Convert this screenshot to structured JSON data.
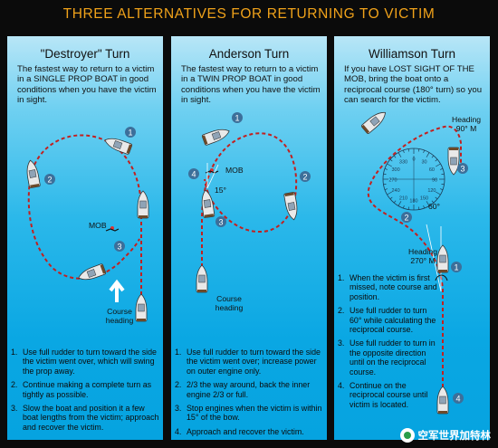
{
  "title": "THREE ALTERNATIVES FOR RETURNING TO VICTIM",
  "colors": {
    "title": "#f0a21a",
    "path": "#c2201f",
    "circle": "#3c6f9a",
    "boat": "#e8e8e8"
  },
  "panels": [
    {
      "title": "\"Destroyer\" Turn",
      "description": "The fastest way to return to a victim in a SINGLE PROP BOAT in good conditions when you have the victim in sight.",
      "labels": {
        "mob": "MOB",
        "course": "Course heading"
      },
      "markers": [
        "1",
        "2",
        "3"
      ],
      "steps": [
        {
          "n": "1.",
          "text": "Use full rudder to turn toward the side the victim went over, which will swing the prop away."
        },
        {
          "n": "2.",
          "text": "Continue making a complete turn as tightly as possible."
        },
        {
          "n": "3.",
          "text": "Slow the boat and position it a few boat lengths from the victim; approach and recover the victim."
        }
      ]
    },
    {
      "title": "Anderson Turn",
      "description": "The fastest way to return to a victim in a TWIN PROP BOAT in good conditions when you have the victim in sight.",
      "labels": {
        "mob": "MOB",
        "angle": "15°",
        "course": "Course heading"
      },
      "markers": [
        "1",
        "2",
        "3",
        "4"
      ],
      "steps": [
        {
          "n": "1.",
          "text": "Use full rudder to turn toward the side the victim went over; increase power on outer engine only."
        },
        {
          "n": "2.",
          "text": "2/3 the way around, back the inner engine 2/3 or full."
        },
        {
          "n": "3.",
          "text": "Stop engines when the victim is within 15° of the bow."
        },
        {
          "n": "4.",
          "text": "Approach and recover the victim."
        }
      ]
    },
    {
      "title": "Williamson Turn",
      "description": "If you have LOST SIGHT OF THE MOB, bring the boat onto a reciprocal course (180° turn) so you can search for the victim.",
      "labels": {
        "heading_top": "Heading 90° M",
        "heading_bottom": "Heading 270° M",
        "angle": "60°"
      },
      "compass": [
        "0",
        "30",
        "60",
        "90",
        "120",
        "150",
        "180",
        "210",
        "240",
        "270",
        "300",
        "330"
      ],
      "markers": [
        "1",
        "2",
        "3",
        "4"
      ],
      "steps": [
        {
          "n": "1.",
          "text": "When the victim is first missed, note course and position."
        },
        {
          "n": "2.",
          "text": "Use full rudder to turn 60° while calculating the reciprocal course."
        },
        {
          "n": "3.",
          "text": "Use full rudder to turn in the opposite direction until on the reciprocal course."
        },
        {
          "n": "4.",
          "text": "Continue on the reciprocal course until victim is located."
        }
      ]
    }
  ],
  "watermark": "空军世界加特林"
}
